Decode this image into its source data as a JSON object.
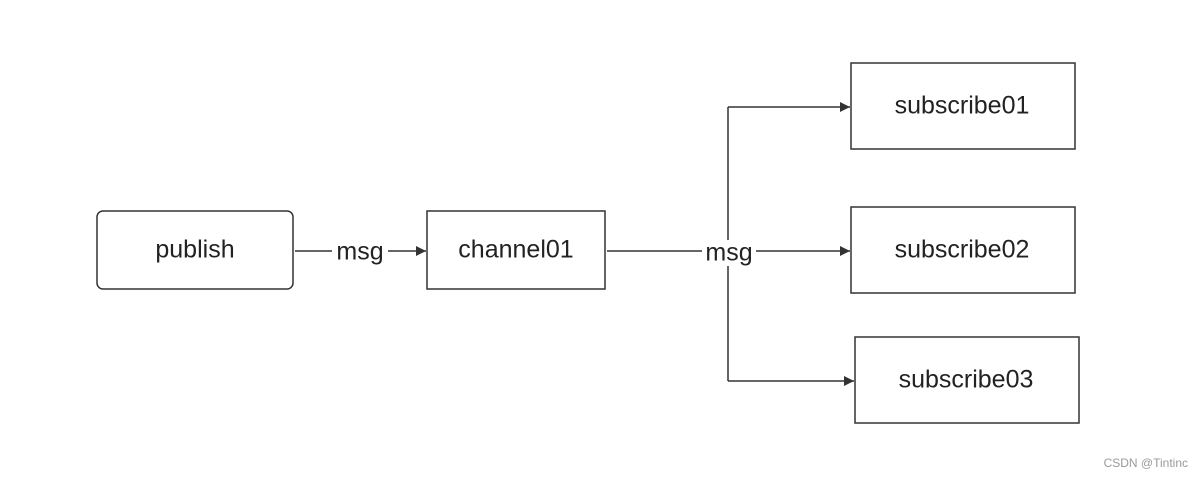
{
  "nodes": {
    "publish": "publish",
    "channel": "channel01",
    "subscribe1": "subscribe01",
    "subscribe2": "subscribe02",
    "subscribe3": "subscribe03"
  },
  "edges": {
    "publish_to_channel": "msg",
    "channel_to_subscribers": "msg"
  },
  "watermark": "CSDN @Tintinc",
  "colors": {
    "stroke": "#333333",
    "text": "#222222",
    "background": "#ffffff",
    "watermark": "#9a9a9a"
  }
}
